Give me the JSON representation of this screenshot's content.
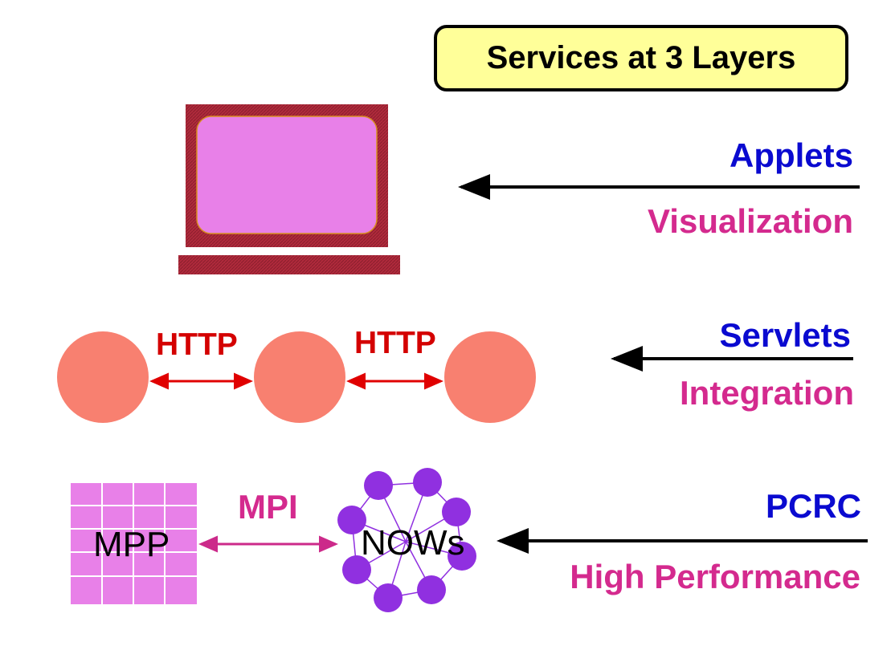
{
  "title": "Services at 3 Layers",
  "layers": [
    {
      "tech": "Applets",
      "role": "Visualization"
    },
    {
      "tech": "Servlets",
      "role": "Integration"
    },
    {
      "tech": "PCRC",
      "role": "High Performance"
    }
  ],
  "protocols": {
    "http_left": "HTTP",
    "http_right": "HTTP",
    "mpi": "MPI"
  },
  "nodes": {
    "mpp": "MPP",
    "nows": "NOWs"
  },
  "colors": {
    "title_bg": "#ffff99",
    "tech_label": "#0a0ad0",
    "role_label": "#d42a8e",
    "monitor_frame": "#a52a3a",
    "monitor_screen": "#e880e8",
    "server_node": "#f88070",
    "http_arrow": "#e00000",
    "mpi_arrow": "#cc2a8a",
    "mpp_grid": "#e880e8",
    "nows_node": "#9030e0"
  }
}
